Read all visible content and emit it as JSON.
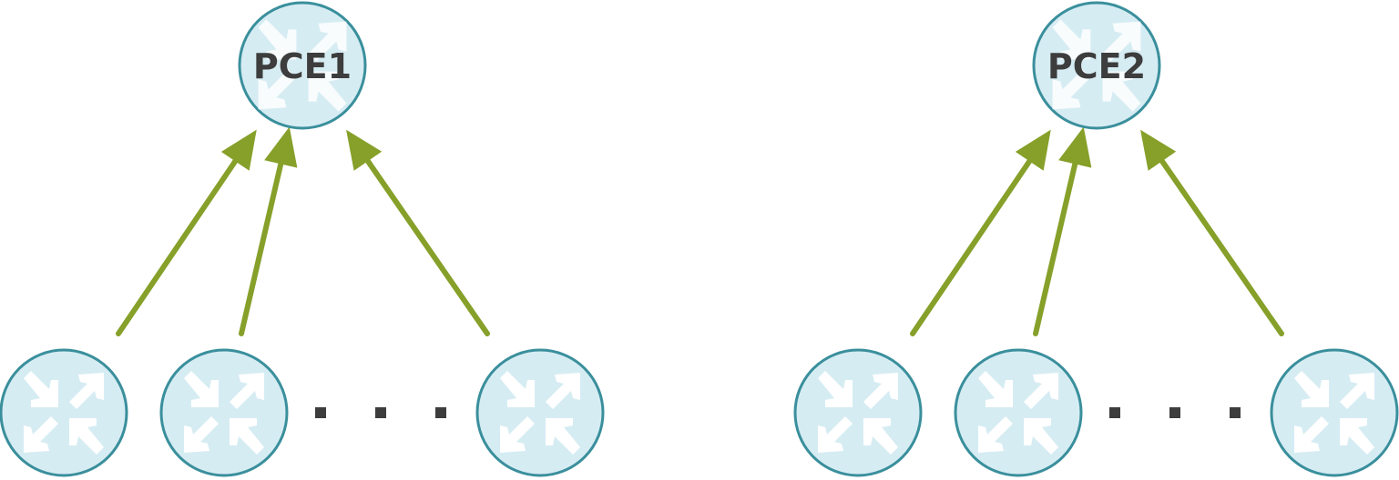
{
  "colors": {
    "node_fill": "#d6ecf3",
    "node_stroke": "#3a8f9c",
    "icon_fill": "#ffffff",
    "arrow": "#86a02a",
    "label": "#3d3d3d",
    "dots": "#3d3d3d"
  },
  "icons": {
    "router": "router-icon"
  },
  "groups": [
    {
      "pce": {
        "label": "PCE1"
      },
      "clients": [
        "router",
        "router",
        "router"
      ],
      "ellipsis": "· · ·"
    },
    {
      "pce": {
        "label": "PCE2"
      },
      "clients": [
        "router",
        "router",
        "router"
      ],
      "ellipsis": "· · ·"
    }
  ]
}
